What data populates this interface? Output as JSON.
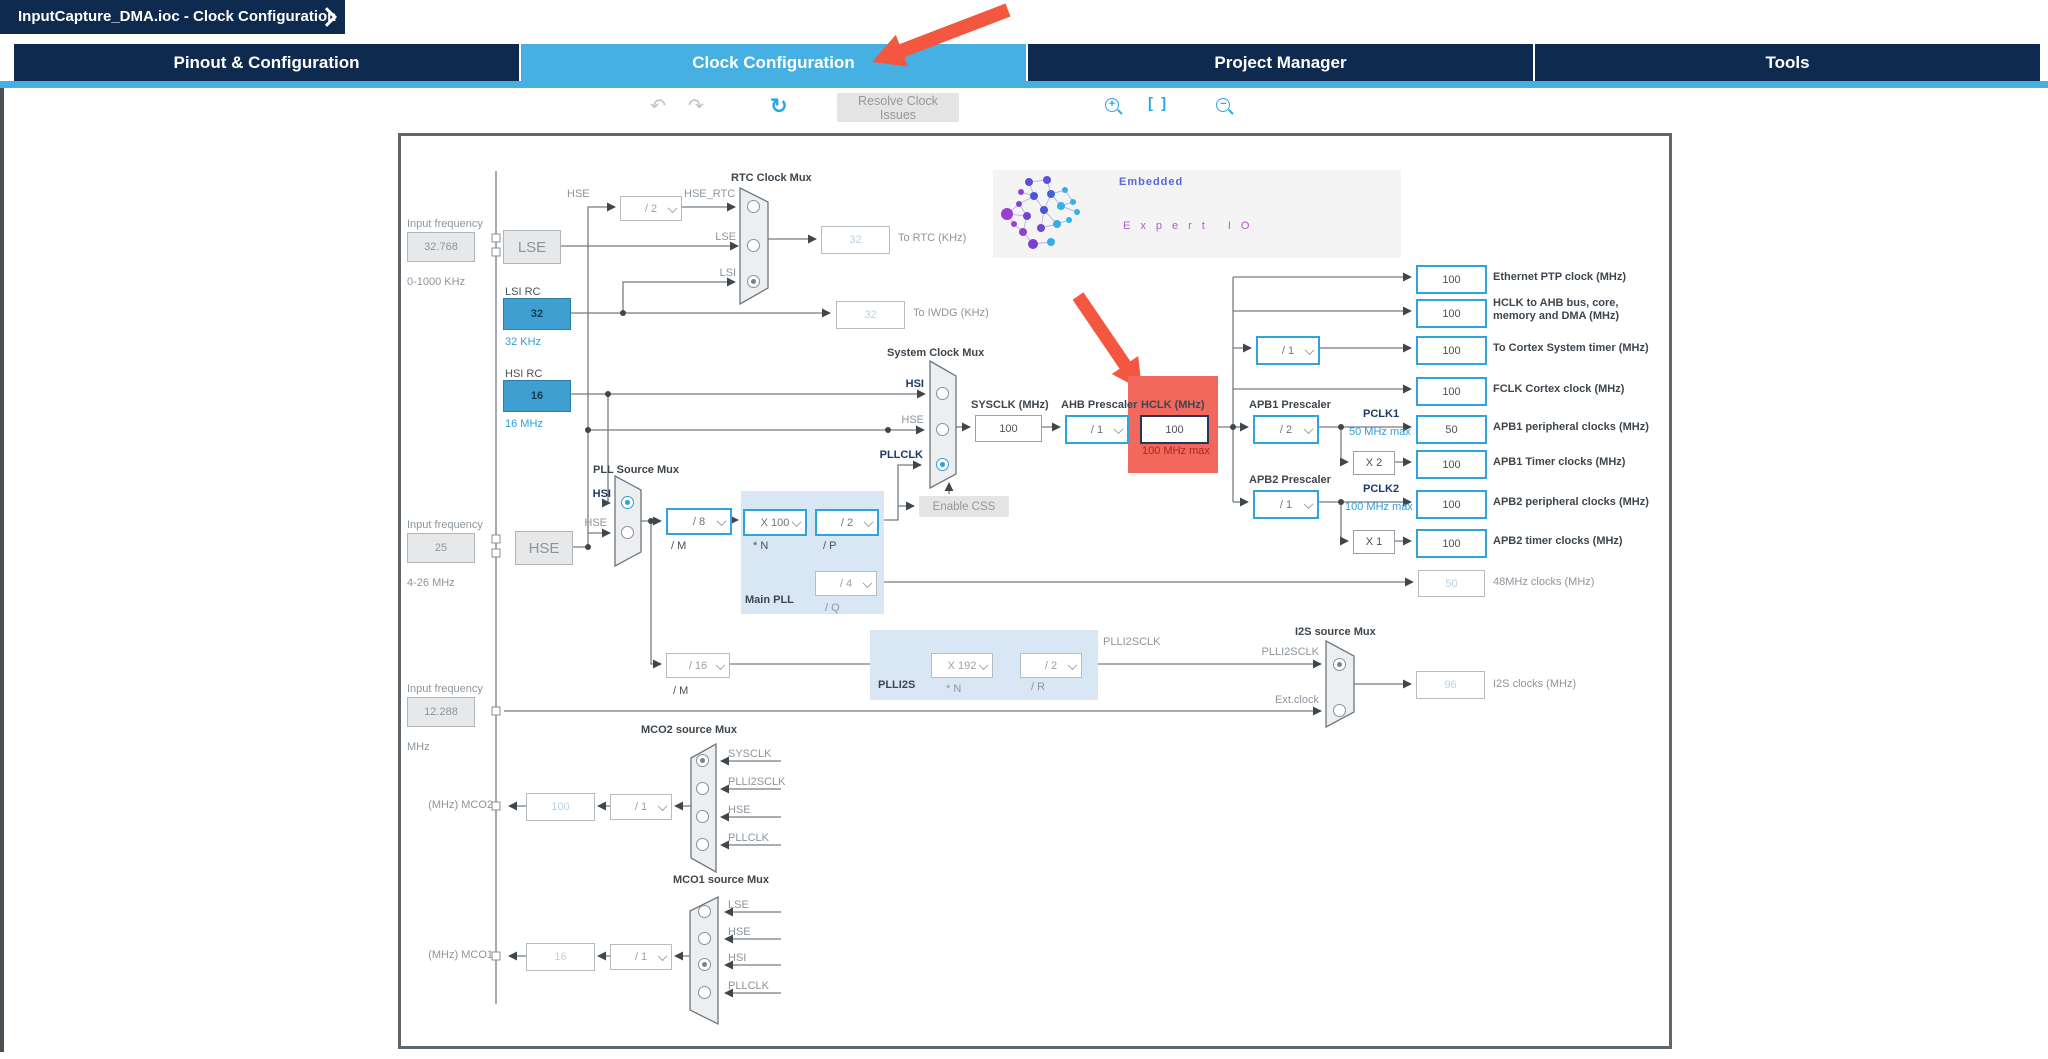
{
  "header": {
    "breadcrumb": "InputCapture_DMA.ioc - Clock Configuration"
  },
  "tabs": [
    {
      "label": "Pinout & Configuration"
    },
    {
      "label": "Clock Configuration"
    },
    {
      "label": "Project Manager"
    },
    {
      "label": "Tools"
    }
  ],
  "toolbar": {
    "resolve_button": "Resolve Clock Issues",
    "icons": {
      "undo": "↶",
      "redo": "↷",
      "refresh": "↻",
      "zoom_in": "+",
      "fit": "[ ]",
      "zoom_out": "−"
    }
  },
  "colors": {
    "accent_blue": "#2fa3dc",
    "active_tab": "#47b0e3",
    "navy": "#0e2a4f",
    "alert_red": "#f4573f",
    "highlight_red": "#f2685c"
  },
  "logo": {
    "line1": "Embedded",
    "line2": "Expert IO"
  },
  "inputs": {
    "lse": {
      "label": "Input frequency",
      "value": "32.768",
      "range": "0-1000 KHz",
      "box": "LSE"
    },
    "hse": {
      "label": "Input frequency",
      "value": "25",
      "range": "4-26 MHz",
      "box": "HSE"
    },
    "i2s_ckin": {
      "label": "Input frequency",
      "value": "12.288",
      "range": "MHz"
    },
    "lsi": {
      "title": "LSI RC",
      "value": "32",
      "freq": "32 KHz"
    },
    "hsi": {
      "title": "HSI RC",
      "value": "16",
      "freq": "16 MHz"
    }
  },
  "rtc": {
    "title": "RTC Clock Mux",
    "hse": "HSE",
    "divider": "/ 2",
    "inputs": [
      "HSE_RTC",
      "LSE",
      "LSI"
    ],
    "to_rtc": {
      "value": "32",
      "label": "To RTC (KHz)"
    },
    "to_iwdg": {
      "value": "32",
      "label": "To IWDG (KHz)"
    }
  },
  "sysmux": {
    "title": "System Clock Mux",
    "inputs": [
      "HSI",
      "HSE",
      "PLLCLK"
    ]
  },
  "sysclk": {
    "label": "SYSCLK (MHz)",
    "value": "100"
  },
  "ahb": {
    "label": "AHB Prescaler",
    "value": "/ 1"
  },
  "hclk": {
    "label": "HCLK (MHz)",
    "value": "100",
    "note": "100 MHz max"
  },
  "bus_outputs": {
    "ethernet": {
      "value": "100",
      "label": "Ethernet PTP clock (MHz)"
    },
    "hclk_ahb": {
      "value": "100",
      "label": "HCLK to AHB bus, core,\nmemory and DMA (MHz)"
    },
    "cortex": {
      "divider": "/ 1",
      "value": "100",
      "label": "To Cortex System timer (MHz)"
    },
    "fclk": {
      "value": "100",
      "label": "FCLK Cortex clock (MHz)"
    },
    "clk48": {
      "value": "50",
      "label": "48MHz clocks (MHz)"
    }
  },
  "apb1": {
    "label": "APB1 Prescaler",
    "value": "/ 2",
    "pclk": "PCLK1",
    "note": "50 MHz max",
    "periph": {
      "value": "50",
      "label": "APB1 peripheral clocks (MHz)"
    },
    "mult": "X 2",
    "timer": {
      "value": "100",
      "label": "APB1 Timer clocks (MHz)"
    }
  },
  "apb2": {
    "label": "APB2 Prescaler",
    "value": "/ 1",
    "pclk": "PCLK2",
    "note": "100 MHz max",
    "periph": {
      "value": "100",
      "label": "APB2 peripheral clocks (MHz)"
    },
    "mult": "X 1",
    "timer": {
      "value": "100",
      "label": "APB2 timer clocks (MHz)"
    }
  },
  "pll": {
    "title": "PLL Source Mux",
    "inputs": [
      "HSI",
      "HSE"
    ],
    "m": "/ 8",
    "m_label": "/ M",
    "n": "X 100",
    "n_label": "* N",
    "p": "/ 2",
    "p_label": "/ P",
    "q": "/ 4",
    "q_label": "/ Q",
    "panel": "Main PLL",
    "css_button": "Enable CSS"
  },
  "plli2s": {
    "m": "/ 16",
    "m_label": "/ M",
    "panel": "PLLI2S",
    "n": "X 192",
    "n_label": "* N",
    "r": "/ 2",
    "r_label": "/ R",
    "out1": "PLLI2SCLK",
    "out2": "PLLI2SCLK"
  },
  "i2s": {
    "title": "I2S source Mux",
    "inputs": [
      "PLLI2SCLK",
      "Ext.clock"
    ],
    "out": {
      "value": "96",
      "label": "I2S clocks (MHz)"
    }
  },
  "mco2": {
    "title": "MCO2 source Mux",
    "inputs": [
      "SYSCLK",
      "PLLI2SCLK",
      "HSE",
      "PLLCLK"
    ],
    "divider": "/ 1",
    "value": "100",
    "label": "(MHz) MCO2"
  },
  "mco1": {
    "title": "MCO1 source Mux",
    "inputs": [
      "LSE",
      "HSE",
      "HSI",
      "PLLCLK"
    ],
    "divider": "/ 1",
    "value": "16",
    "label": "(MHz) MCO1"
  }
}
